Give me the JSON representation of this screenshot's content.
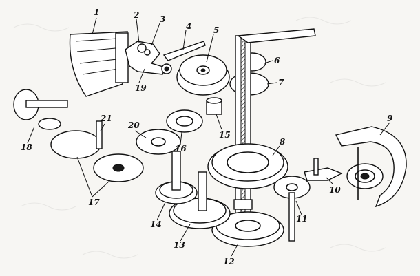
{
  "diagram": {
    "callouts": [
      {
        "id": "callout-1",
        "text": "1"
      },
      {
        "id": "callout-2",
        "text": "2"
      },
      {
        "id": "callout-3",
        "text": "3"
      },
      {
        "id": "callout-4",
        "text": "4"
      },
      {
        "id": "callout-5",
        "text": "5"
      },
      {
        "id": "callout-6",
        "text": "6"
      },
      {
        "id": "callout-7",
        "text": "7"
      },
      {
        "id": "callout-8",
        "text": "8"
      },
      {
        "id": "callout-9",
        "text": "9"
      },
      {
        "id": "callout-10",
        "text": "10"
      },
      {
        "id": "callout-11",
        "text": "11"
      },
      {
        "id": "callout-12",
        "text": "12"
      },
      {
        "id": "callout-13",
        "text": "13"
      },
      {
        "id": "callout-14",
        "text": "14"
      },
      {
        "id": "callout-15",
        "text": "15"
      },
      {
        "id": "callout-16",
        "text": "16"
      },
      {
        "id": "callout-17",
        "text": "17"
      },
      {
        "id": "callout-18",
        "text": "18"
      },
      {
        "id": "callout-19",
        "text": "19"
      },
      {
        "id": "callout-20",
        "text": "20"
      },
      {
        "id": "callout-21",
        "text": "21"
      }
    ]
  }
}
